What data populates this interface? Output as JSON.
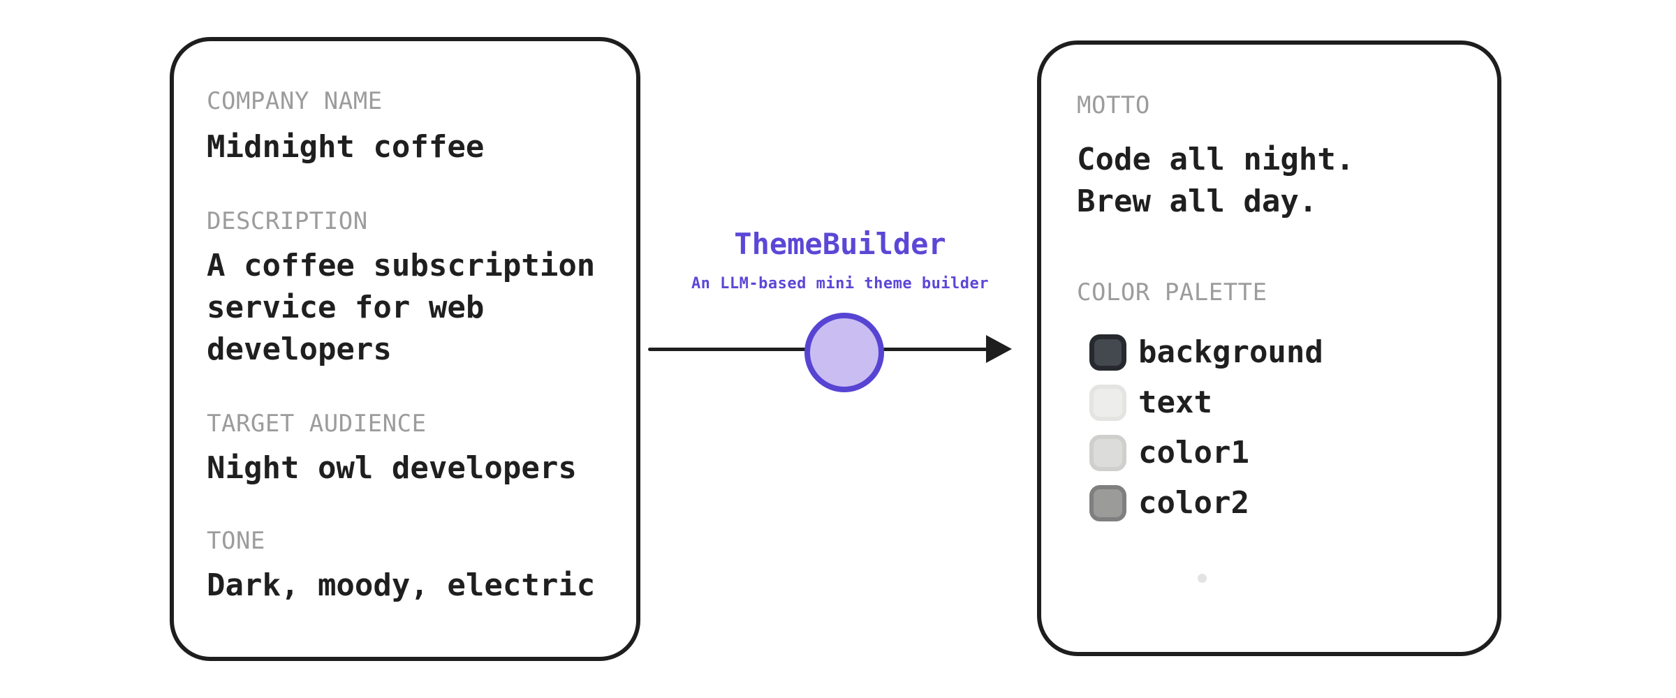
{
  "diagram": {
    "accent_color": "#5b47d6",
    "ink_color": "#1e1e1e",
    "label_color": "#9c9c9c",
    "node_fill": "#cabdf2",
    "node_stroke": "#5744d3"
  },
  "input_card": {
    "fields": [
      {
        "label": "COMPANY NAME",
        "value": "Midnight coffee"
      },
      {
        "label": "DESCRIPTION",
        "value": "A coffee subscription service for web developers"
      },
      {
        "label": "TARGET AUDIENCE",
        "value": "Night owl developers"
      },
      {
        "label": "TONE",
        "value": "Dark, moody, electric"
      }
    ]
  },
  "processor": {
    "title": "ThemeBuilder",
    "subtitle": "An LLM-based mini theme builder"
  },
  "output_card": {
    "motto": {
      "label": "MOTTO",
      "lines": [
        "Code all night.",
        "Brew all day."
      ]
    },
    "palette": {
      "label": "COLOR PALETTE",
      "colors": [
        {
          "name": "background",
          "fill": "#44494f",
          "border": "#26292d"
        },
        {
          "name": "text",
          "fill": "#ededeb",
          "border": "#e4e4e2"
        },
        {
          "name": "color1",
          "fill": "#dcdcda",
          "border": "#cfcfcd"
        },
        {
          "name": "color2",
          "fill": "#9b9b99",
          "border": "#7f7f7f"
        }
      ],
      "dot_color": "#e3e3e3"
    }
  }
}
